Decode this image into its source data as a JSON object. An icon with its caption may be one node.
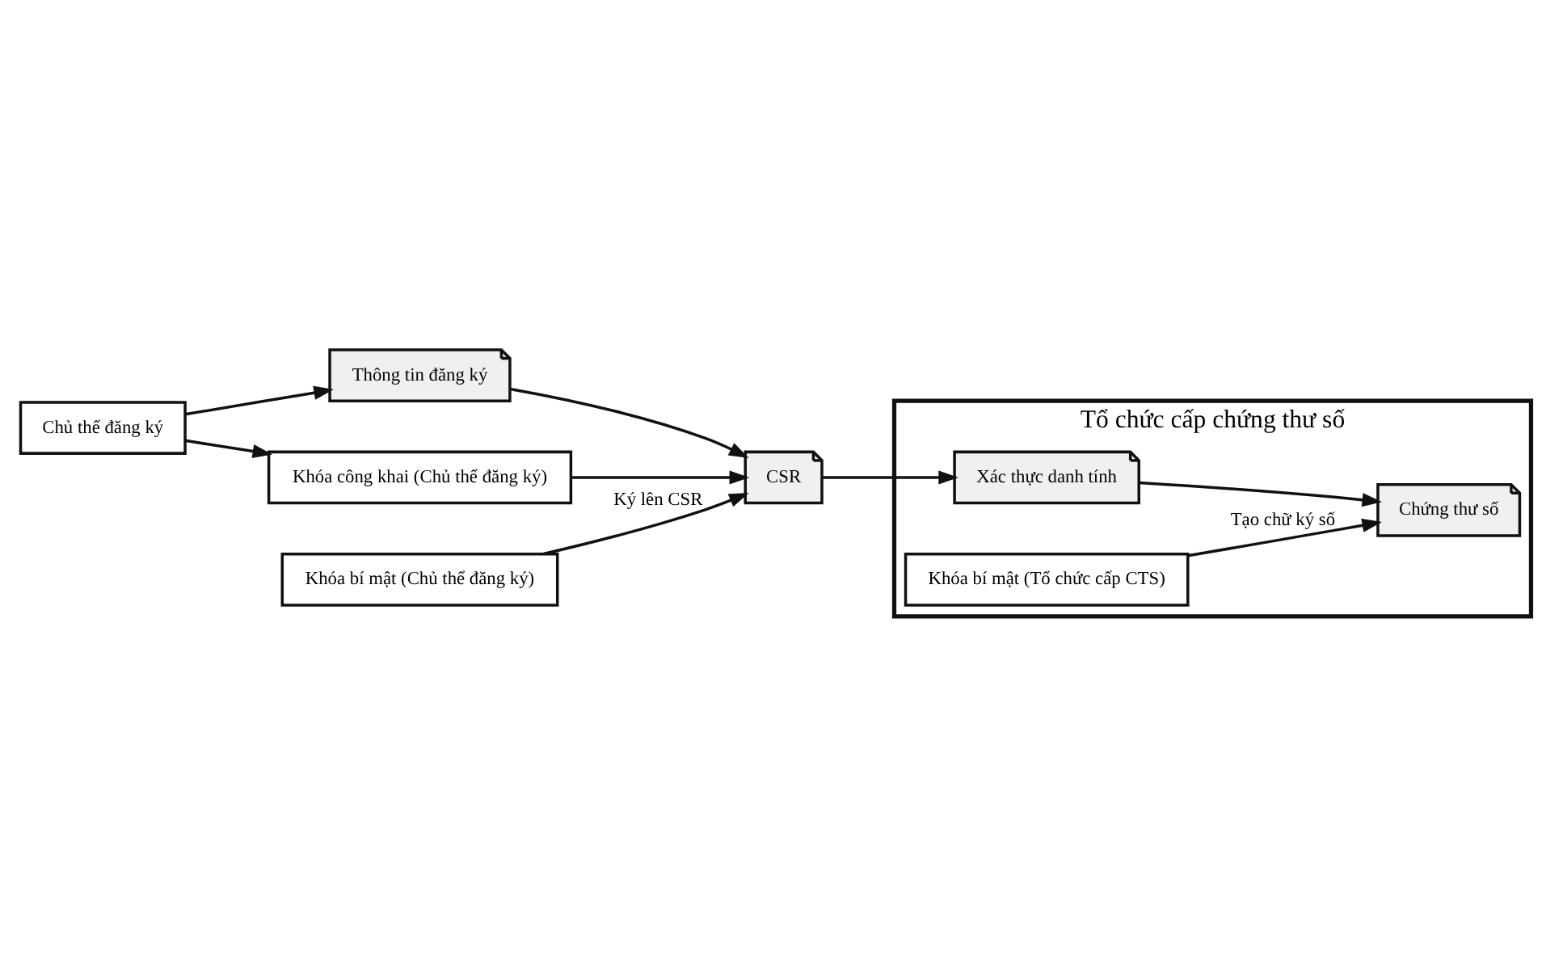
{
  "diagram": {
    "nodes": [
      {
        "text": [
          "Chủ thể đăng ký"
        ]
      },
      {
        "text": [
          "Thông tin đăng ký"
        ]
      },
      {
        "text": [
          "Khóa công khai (Chủ thể đăng ký)"
        ]
      },
      {
        "text": [
          "CSR"
        ]
      },
      {
        "text": [
          "Khóa bí mật (Chủ thể đăng ký)"
        ]
      },
      {
        "text": [
          "Tổ chức cấp chứng thư số"
        ]
      },
      {
        "text": [
          "Xác thực danh tính"
        ],
        "in": 5
      },
      {
        "text": [
          "Chứng thư số"
        ],
        "in": 5
      },
      {
        "text": [
          "Khóa bí mật (Tổ chức cấp CTS)"
        ],
        "in": 5
      }
    ],
    "edges": [
      {
        "from": 0,
        "to": 1,
        "arrow": "to"
      },
      {
        "from": 0,
        "to": 2,
        "arrow": "to"
      },
      {
        "from": 1,
        "to": 3,
        "arrow": "to"
      },
      {
        "from": 2,
        "to": 3,
        "arrow": "to"
      },
      {
        "from": 4,
        "to": 3,
        "arrow": "to",
        "label": "Ký lên CSR"
      },
      {
        "from": 3,
        "to": 6,
        "arrow": "to"
      },
      {
        "from": 6,
        "to": 7,
        "arrow": "to"
      },
      {
        "from": 8,
        "to": 7,
        "arrow": "to",
        "label": "Tạo chữ ký số"
      }
    ]
  }
}
